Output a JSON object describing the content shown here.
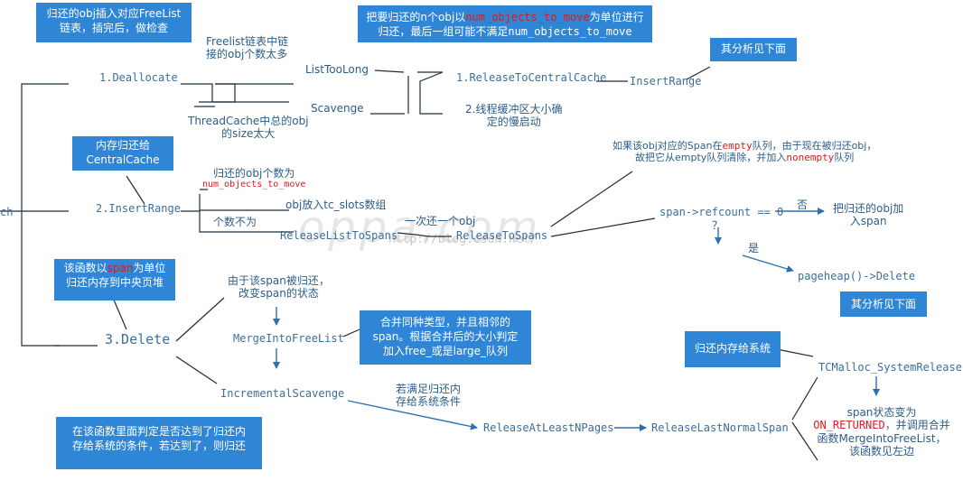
{
  "root_label": "ch",
  "watermark": "oppa.com",
  "watermark_url": "http://blog.csdn.net/",
  "steps": {
    "deallocate": "1.Deallocate",
    "insert_range": "2.InsertRange",
    "delete": "3.Delete"
  },
  "boxes": {
    "dealloc_note_1": "归还的obj插入对应FreeList",
    "dealloc_note_2": "链表，插完后，做检查",
    "move_note_1a": "把要归还的n个obj以",
    "move_note_1b": "num_objects_to_move",
    "move_note_1c": "为单位进行",
    "move_note_2a": "归还，最后一组可能不满足",
    "move_note_2b": "num_objects_to_move",
    "insert_range_analysis": "其分析见下面",
    "central_cache_1": "内存归还给",
    "central_cache_2": "CentralCache",
    "delete_note_1a": "该函数以",
    "delete_note_1b": "span",
    "delete_note_1c": "为单位",
    "delete_note_2": "归还内存到中央页堆",
    "merge_note_1": "合并同种类型，并且相邻的",
    "merge_note_2": "span。根据合并后的大小判定",
    "merge_note_3": "加入free_或是large_队列",
    "delete_analysis": "其分析见下面",
    "system_note": "归还内存给系统",
    "scavenge_note_1": "在该函数里面判定是否达到了归还内",
    "scavenge_note_2": "存给系统的条件，若达到了，则归还"
  },
  "labels": {
    "freelist_long_1": "Freelist链表中链",
    "freelist_long_2": "接的obj个数太多",
    "list_too_long": "ListTooLong",
    "scavenge": "Scavenge",
    "thread_cache_1": "ThreadCache中总的obj",
    "thread_cache_2": "的size太大",
    "release_to_central": "1.ReleaseToCentralCache",
    "insert_range_call": "InsertRange",
    "slow_start_1": "2.线程缓冲区大小确",
    "slow_start_2": "定的慢启动",
    "insert_count_1": "归还的obj个数为",
    "insert_count_2": "num_objects_to_move",
    "tc_slots": "obj放入tc_slots数组",
    "count_not": "个数不为",
    "release_list_to_spans": "ReleaseListToSpans",
    "one_at_a_time": "一次还一个obj",
    "release_to_spans": "ReleaseToSpans",
    "span_note_1a": "如果该obj对应的Span在",
    "span_note_1b": "empty",
    "span_note_1c": "队列，由于现在被归还obj，",
    "span_note_2a": "故把它从empty队列清除，并加入",
    "span_note_2b": "nonempty",
    "span_note_2c": "队列",
    "refcount": "span->refcount == 0",
    "question": "？",
    "no": "否",
    "add_to_span_1": "把归还的obj加",
    "add_to_span_2": "入span",
    "yes": "是",
    "pageheap_delete": "pageheap()->Delete",
    "span_returned_1": "由于该span被归还，",
    "span_returned_2": "改变span的状态",
    "merge_into_freelist": "MergeIntoFreeList",
    "incremental_scavenge": "IncrementalScavenge",
    "meet_cond_1": "若满足归还内",
    "meet_cond_2": "存给系统条件",
    "release_at_least": "ReleaseAtLeastNPages",
    "release_last_normal": "ReleaseLastNormalSpan",
    "system_release": "TCMalloc_SystemRelease",
    "state_1": "span状态变为",
    "state_2a": "ON_RETURNED",
    "state_2b": "，并调用合并",
    "state_3": "函数MergeIntoFreeList，",
    "state_4": "该函数见左边"
  },
  "colors": {
    "box": "#2f86d6",
    "line": "#1f2d3a",
    "arrow": "#2c6fb0",
    "red": "#d81d1d"
  }
}
